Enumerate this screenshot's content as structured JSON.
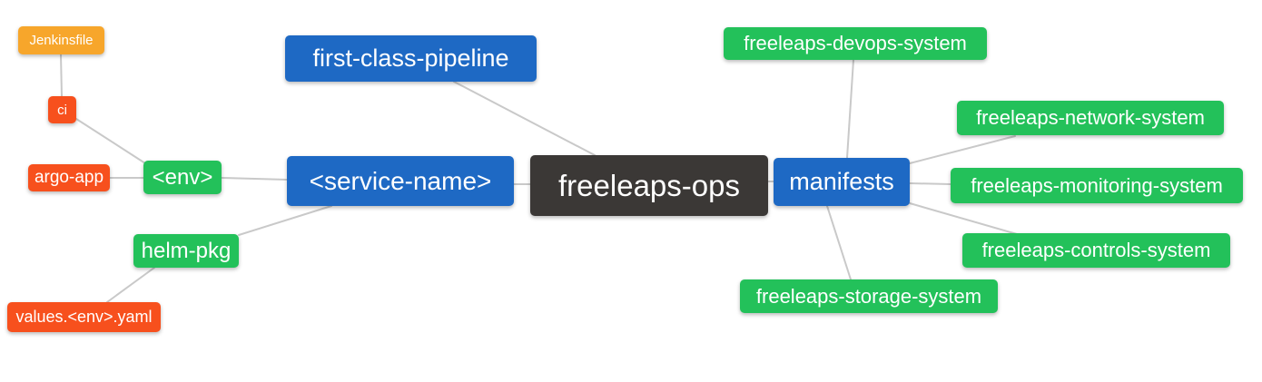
{
  "diagram": {
    "type": "mindmap",
    "background": "#ffffff",
    "edge_color": "#c9c9c9"
  },
  "palette": {
    "orange": "#f7a62b",
    "red": "#f7501d",
    "green": "#23c15a",
    "blue": "#1e69c4",
    "dark": "#3b3836",
    "text": "#ffffff"
  },
  "nodes": {
    "freeleaps_ops": {
      "label": "freeleaps-ops",
      "color": "dark"
    },
    "first_class_pipeline": {
      "label": "first-class-pipeline",
      "color": "blue"
    },
    "service_name": {
      "label": "<service-name>",
      "color": "blue"
    },
    "manifests": {
      "label": "manifests",
      "color": "blue"
    },
    "env": {
      "label": "<env>",
      "color": "green"
    },
    "helm_pkg": {
      "label": "helm-pkg",
      "color": "green"
    },
    "ci": {
      "label": "ci",
      "color": "red"
    },
    "argo_app": {
      "label": "argo-app",
      "color": "red"
    },
    "values_env_yaml": {
      "label": "values.<env>.yaml",
      "color": "red"
    },
    "jenkinsfile": {
      "label": "Jenkinsfile",
      "color": "orange"
    },
    "devops_system": {
      "label": "freeleaps-devops-system",
      "color": "green"
    },
    "network_system": {
      "label": "freeleaps-network-system",
      "color": "green"
    },
    "monitoring_system": {
      "label": "freeleaps-monitoring-system",
      "color": "green"
    },
    "controls_system": {
      "label": "freeleaps-controls-system",
      "color": "green"
    },
    "storage_system": {
      "label": "freeleaps-storage-system",
      "color": "green"
    }
  },
  "edges": [
    {
      "from": "jenkinsfile",
      "to": "ci"
    },
    {
      "from": "ci",
      "to": "env"
    },
    {
      "from": "argo_app",
      "to": "env"
    },
    {
      "from": "env",
      "to": "service_name"
    },
    {
      "from": "first_class_pipeline",
      "to": "freeleaps_ops"
    },
    {
      "from": "service_name",
      "to": "freeleaps_ops"
    },
    {
      "from": "helm_pkg",
      "to": "service_name"
    },
    {
      "from": "values_env_yaml",
      "to": "helm_pkg"
    },
    {
      "from": "freeleaps_ops",
      "to": "manifests"
    },
    {
      "from": "devops_system",
      "to": "manifests"
    },
    {
      "from": "manifests",
      "to": "network_system"
    },
    {
      "from": "manifests",
      "to": "monitoring_system"
    },
    {
      "from": "manifests",
      "to": "controls_system"
    },
    {
      "from": "manifests",
      "to": "storage_system"
    }
  ]
}
